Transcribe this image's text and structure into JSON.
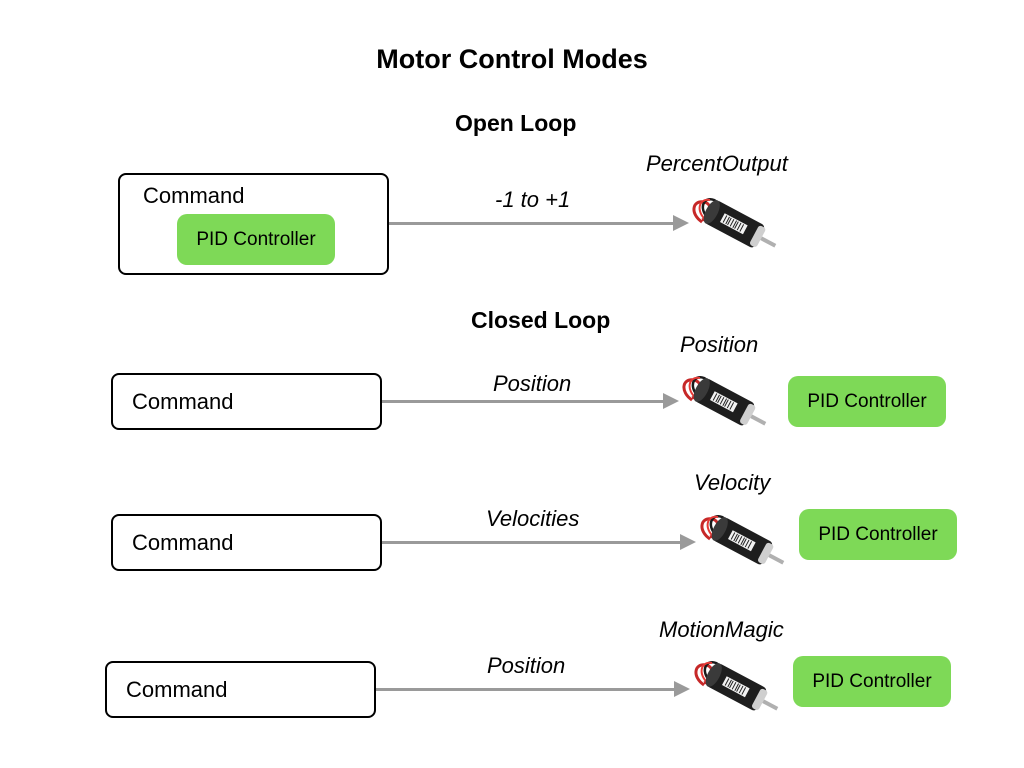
{
  "title": "Motor Control Modes",
  "sections": {
    "open_loop": "Open Loop",
    "closed_loop": "Closed Loop"
  },
  "rows": [
    {
      "command": "Command",
      "arrow_label": "-1 to +1",
      "mode": "PercentOutput",
      "pid": "PID Controller"
    },
    {
      "command": "Command",
      "arrow_label": "Position",
      "mode": "Position",
      "pid": "PID Controller"
    },
    {
      "command": "Command",
      "arrow_label": "Velocities",
      "mode": "Velocity",
      "pid": "PID Controller"
    },
    {
      "command": "Command",
      "arrow_label": "Position",
      "mode": "MotionMagic",
      "pid": "PID Controller"
    }
  ],
  "colors": {
    "pid_fill": "#7ed957",
    "arrow": "#9a9a9a"
  },
  "icons": {
    "motor": "dc-motor-icon"
  }
}
